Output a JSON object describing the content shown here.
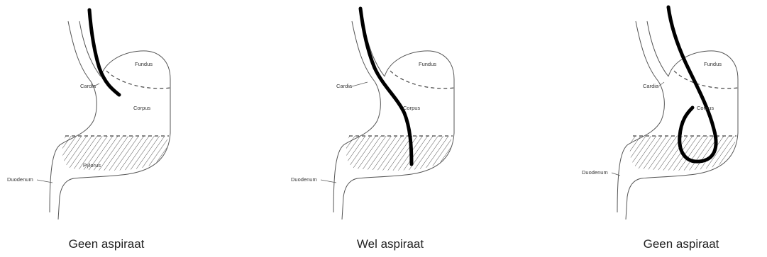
{
  "panels": [
    {
      "caption": "Geen aspiraat",
      "labels": {
        "fundus": "Fundus",
        "cardia": "Cardia",
        "corpus": "Corpus",
        "pylorus": "Pylorus",
        "duodenum": "Duodenum"
      }
    },
    {
      "caption": "Wel aspiraat",
      "labels": {
        "fundus": "Fundus",
        "cardia": "Cardia",
        "corpus": "Corpus",
        "duodenum": "Duodenum"
      }
    },
    {
      "caption": "Geen aspiraat",
      "labels": {
        "fundus": "Fundus",
        "cardia": "Cardia",
        "corpus": "Corpus",
        "duodenum": "Duodenum"
      }
    }
  ]
}
